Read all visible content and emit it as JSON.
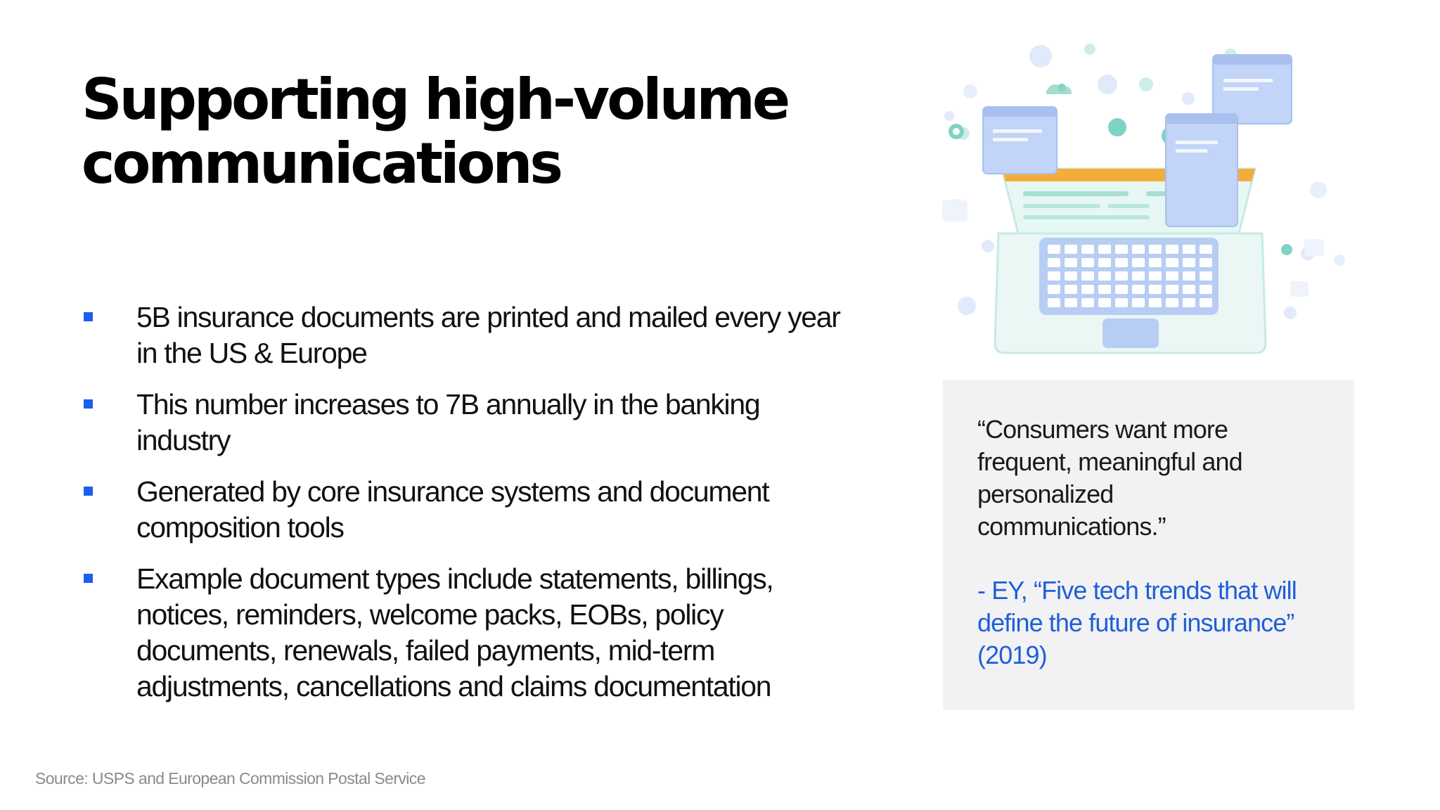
{
  "slide": {
    "title_lines": [
      "Supporting high-volume",
      "communications"
    ],
    "bullets": [
      {
        "lines": [
          "5B insurance documents are printed and mailed every year",
          "in the US & Europe"
        ]
      },
      {
        "lines": [
          "This number increases to 7B annually in the banking",
          "industry"
        ]
      },
      {
        "lines": [
          "Generated by core insurance systems and document",
          "composition tools"
        ]
      },
      {
        "lines": [
          "Example document types include statements, billings,",
          "notices, reminders, welcome packs, EOBs, policy",
          "documents, renewals, failed payments, mid-term",
          "adjustments, cancellations and claims documentation"
        ]
      }
    ],
    "quote": {
      "lines": [
        "“Consumers want more",
        "frequent, meaningful and",
        "personalized",
        "communications.”"
      ],
      "attribution_lines": [
        "- EY, “Five tech trends that will",
        "define the future of insurance”",
        "(2019)"
      ]
    },
    "source": "Source: USPS and European Commission Postal Service",
    "colors": {
      "bullet": "#1a5ff0",
      "attribution": "#1f5fd8",
      "quote_box_bg": "#f2f2f4",
      "source": "#8a8a8a"
    },
    "illustration": {
      "icon": "laptop-communications-illustration"
    }
  }
}
